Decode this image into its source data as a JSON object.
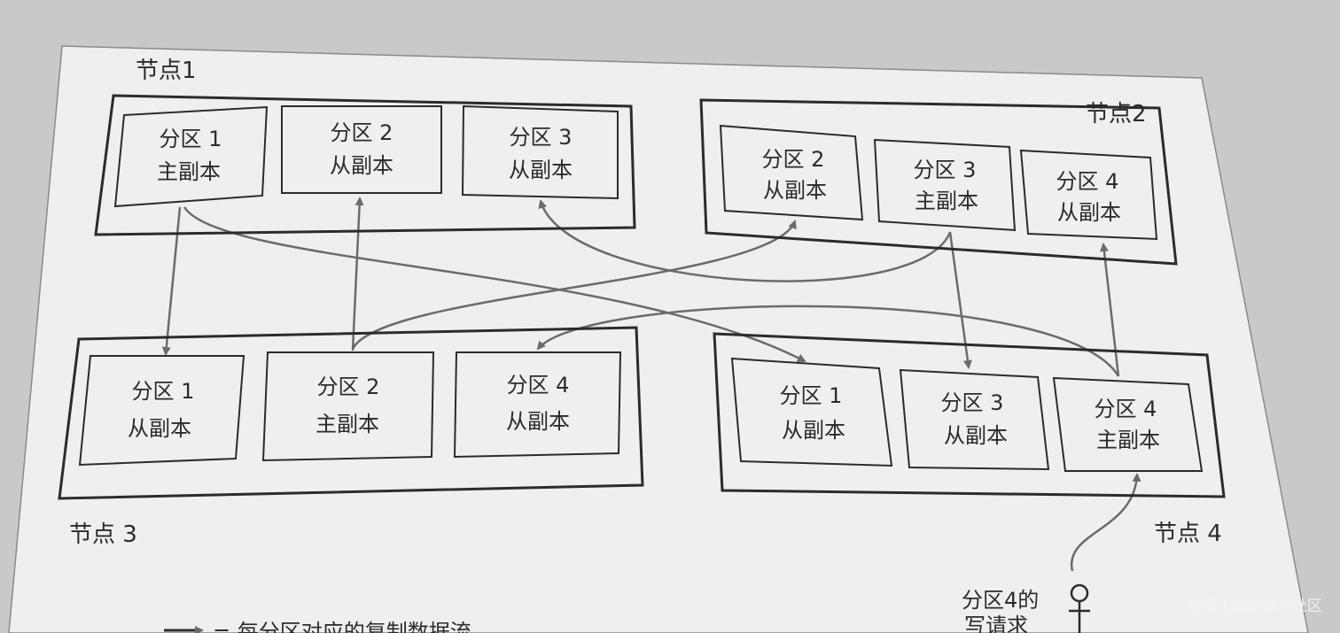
{
  "nodes": [
    {
      "title": "节点1",
      "partitions": [
        {
          "line1": "分区 1",
          "line2": "主副本"
        },
        {
          "line1": "分区 2",
          "line2": "从副本"
        },
        {
          "line1": "分区 3",
          "line2": "从副本"
        }
      ]
    },
    {
      "title": "节点2",
      "partitions": [
        {
          "line1": "分区 2",
          "line2": "从副本"
        },
        {
          "line1": "分区 3",
          "line2": "主副本"
        },
        {
          "line1": "分区 4",
          "line2": "从副本"
        }
      ]
    },
    {
      "title": "节点 3",
      "partitions": [
        {
          "line1": "分区 1",
          "line2": "从副本"
        },
        {
          "line1": "分区 2",
          "line2": "主副本"
        },
        {
          "line1": "分区 4",
          "line2": "从副本"
        }
      ]
    },
    {
      "title": "节点 4",
      "partitions": [
        {
          "line1": "分区 1",
          "line2": "从副本"
        },
        {
          "line1": "分区 3",
          "line2": "从副本"
        },
        {
          "line1": "分区 4",
          "line2": "主副本"
        }
      ]
    }
  ],
  "write_request": {
    "line1": "分区4的",
    "line2": "写请求"
  },
  "legend": {
    "text": "= 每分区对应的复制数据流"
  },
  "watermark": "@稀土掘金技术社区",
  "colors": {
    "page": "#efeff0",
    "background": "#c9c9cb",
    "ink": "#2b2b2b",
    "arrow": "#6b6b6b"
  }
}
